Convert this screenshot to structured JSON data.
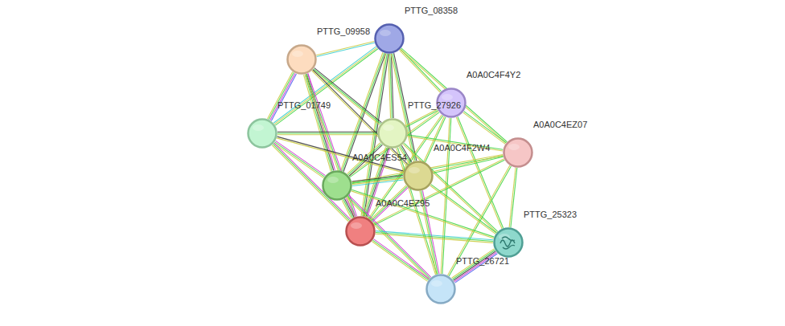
{
  "diagram": {
    "nodes": [
      {
        "text": [
          "PTTG_08358"
        ]
      },
      {
        "text": [
          "PTTG_09958"
        ]
      },
      {
        "text": [
          "A0A0C4F4Y2"
        ]
      },
      {
        "text": [
          "PTTG_01749"
        ]
      },
      {
        "text": [
          "PTTG_27926"
        ]
      },
      {
        "text": [
          "A0A0C4EZ07"
        ]
      },
      {
        "text": [
          "A0A0C4ES54"
        ]
      },
      {
        "text": [
          "A0A0C4F2W4"
        ]
      },
      {
        "text": [
          "A0A0C4EZ95"
        ]
      },
      {
        "text": [
          "PTTG_25323"
        ]
      },
      {
        "text": [
          "PTTG_26721"
        ]
      }
    ],
    "edges": [
      {
        "from": 0,
        "to": 1,
        "arrow": "none"
      },
      {
        "from": 0,
        "to": 2,
        "arrow": "none"
      },
      {
        "from": 0,
        "to": 3,
        "arrow": "none"
      },
      {
        "from": 0,
        "to": 4,
        "arrow": "none"
      },
      {
        "from": 0,
        "to": 5,
        "arrow": "none"
      },
      {
        "from": 0,
        "to": 6,
        "arrow": "none"
      },
      {
        "from": 0,
        "to": 7,
        "arrow": "none"
      },
      {
        "from": 0,
        "to": 8,
        "arrow": "none"
      },
      {
        "from": 1,
        "to": 3,
        "arrow": "none"
      },
      {
        "from": 1,
        "to": 4,
        "arrow": "none"
      },
      {
        "from": 1,
        "to": 6,
        "arrow": "none"
      },
      {
        "from": 1,
        "to": 7,
        "arrow": "none"
      },
      {
        "from": 1,
        "to": 8,
        "arrow": "none"
      },
      {
        "from": 2,
        "to": 4,
        "arrow": "none"
      },
      {
        "from": 2,
        "to": 5,
        "arrow": "none"
      },
      {
        "from": 2,
        "to": 6,
        "arrow": "none"
      },
      {
        "from": 2,
        "to": 7,
        "arrow": "none"
      },
      {
        "from": 2,
        "to": 8,
        "arrow": "none"
      },
      {
        "from": 2,
        "to": 9,
        "arrow": "none"
      },
      {
        "from": 2,
        "to": 10,
        "arrow": "none"
      },
      {
        "from": 3,
        "to": 4,
        "arrow": "none"
      },
      {
        "from": 3,
        "to": 6,
        "arrow": "none"
      },
      {
        "from": 3,
        "to": 7,
        "arrow": "none"
      },
      {
        "from": 3,
        "to": 8,
        "arrow": "none"
      },
      {
        "from": 4,
        "to": 5,
        "arrow": "none"
      },
      {
        "from": 4,
        "to": 6,
        "arrow": "none"
      },
      {
        "from": 4,
        "to": 7,
        "arrow": "none"
      },
      {
        "from": 4,
        "to": 8,
        "arrow": "none"
      },
      {
        "from": 4,
        "to": 9,
        "arrow": "none"
      },
      {
        "from": 4,
        "to": 10,
        "arrow": "none"
      },
      {
        "from": 5,
        "to": 6,
        "arrow": "none"
      },
      {
        "from": 5,
        "to": 7,
        "arrow": "none"
      },
      {
        "from": 5,
        "to": 8,
        "arrow": "none"
      },
      {
        "from": 5,
        "to": 9,
        "arrow": "none"
      },
      {
        "from": 5,
        "to": 10,
        "arrow": "none"
      },
      {
        "from": 6,
        "to": 7,
        "arrow": "none"
      },
      {
        "from": 6,
        "to": 8,
        "arrow": "none"
      },
      {
        "from": 6,
        "to": 9,
        "arrow": "none"
      },
      {
        "from": 6,
        "to": 10,
        "arrow": "none"
      },
      {
        "from": 7,
        "to": 8,
        "arrow": "none"
      },
      {
        "from": 7,
        "to": 9,
        "arrow": "none"
      },
      {
        "from": 7,
        "to": 10,
        "arrow": "none"
      },
      {
        "from": 8,
        "to": 9,
        "arrow": "none"
      },
      {
        "from": 8,
        "to": 10,
        "arrow": "none"
      },
      {
        "from": 9,
        "to": 10,
        "arrow": "none"
      }
    ]
  }
}
